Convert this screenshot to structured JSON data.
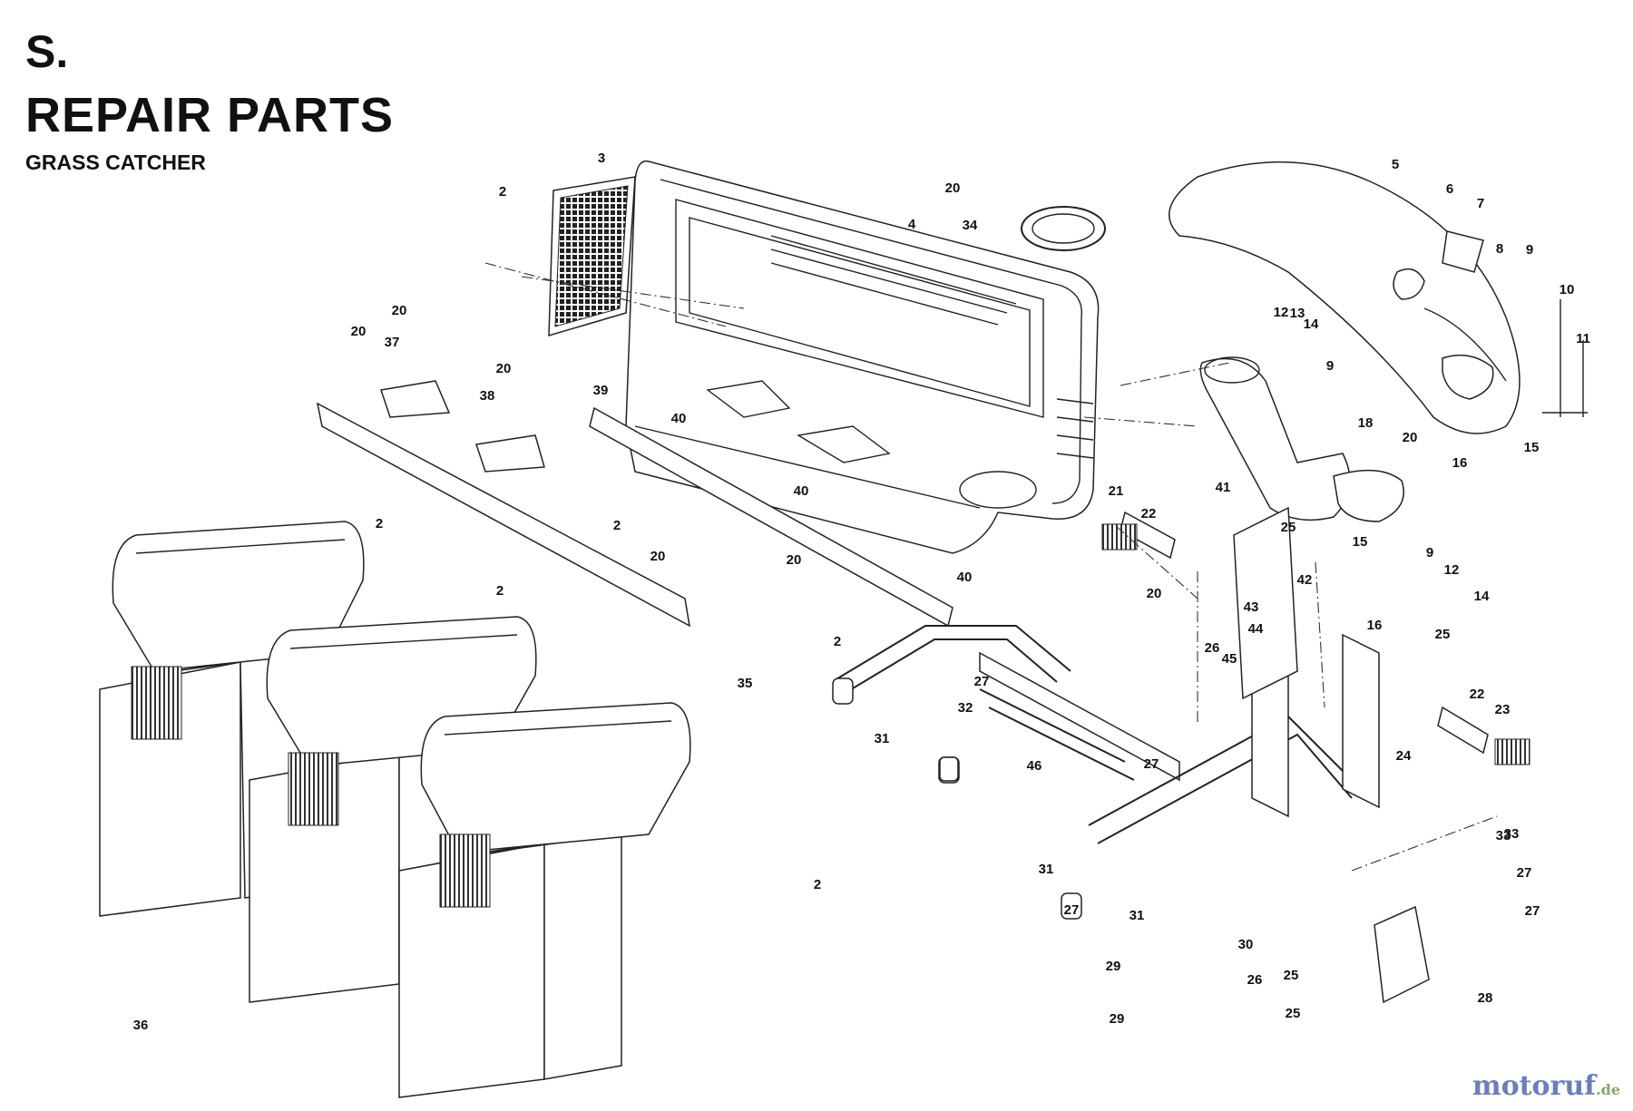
{
  "header": {
    "section": "S.",
    "title": "REPAIR PARTS",
    "subtitle": "GRASS CATCHER"
  },
  "callouts": [
    "2",
    "3",
    "20",
    "4",
    "34",
    "5",
    "6",
    "7",
    "8",
    "9",
    "10",
    "11",
    "12",
    "13",
    "14",
    "9",
    "37",
    "20",
    "20",
    "38",
    "20",
    "39",
    "40",
    "2",
    "2",
    "2",
    "2",
    "20",
    "20",
    "40",
    "18",
    "20",
    "16",
    "15",
    "21",
    "22",
    "41",
    "25",
    "15",
    "9",
    "12",
    "16",
    "14",
    "42",
    "43",
    "44",
    "26",
    "45",
    "25",
    "22",
    "23",
    "24",
    "33",
    "27",
    "32",
    "31",
    "46",
    "27",
    "31",
    "27",
    "33",
    "31",
    "30",
    "26",
    "25",
    "25",
    "28",
    "27",
    "27",
    "29",
    "29",
    "35",
    "36",
    "2",
    "40",
    "20"
  ],
  "watermark": {
    "main": "motoruf",
    "suffix": ".de"
  }
}
